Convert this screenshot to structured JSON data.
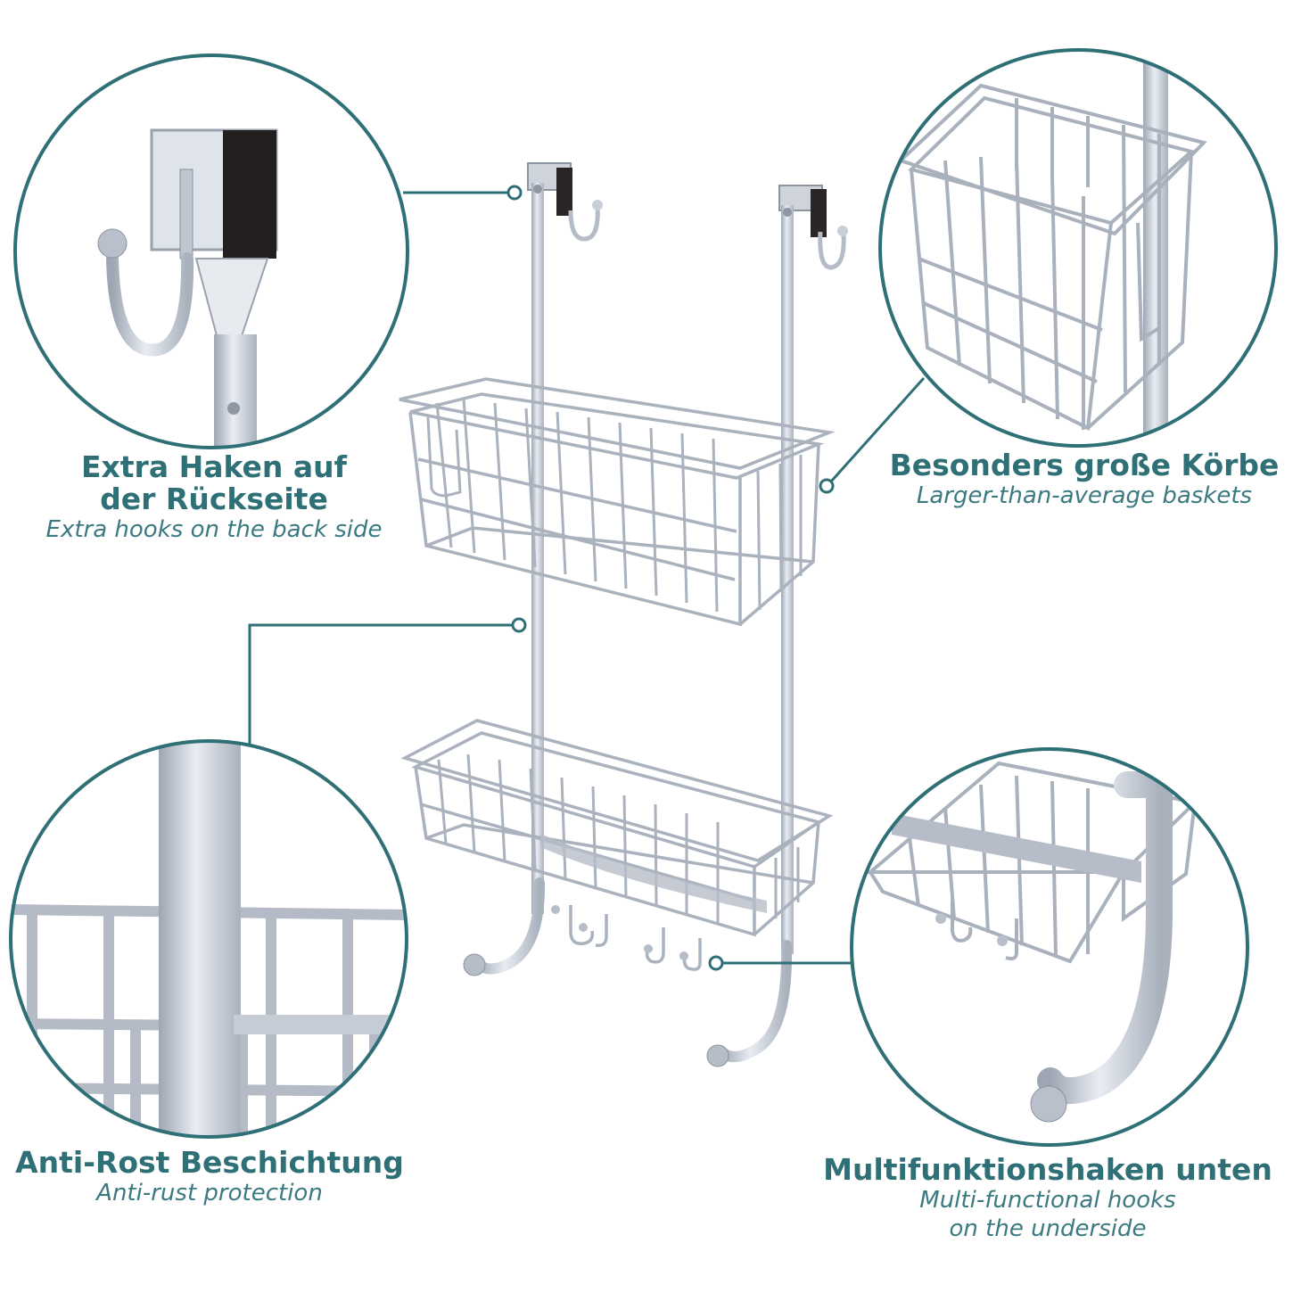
{
  "accent_color": "#2f6f76",
  "features": [
    {
      "title_lines": [
        "Extra Haken auf",
        "der Rückseite"
      ],
      "subtitle_lines": [
        "Extra hooks on the back side"
      ],
      "detail_image": "back-hook-closeup"
    },
    {
      "title_lines": [
        "Besonders große Körbe"
      ],
      "subtitle_lines": [
        "Larger-than-average baskets"
      ],
      "detail_image": "basket-closeup"
    },
    {
      "title_lines": [
        "Anti-Rost Beschichtung"
      ],
      "subtitle_lines": [
        "Anti-rust protection"
      ],
      "detail_image": "rod-grid-closeup"
    },
    {
      "title_lines": [
        "Multifunktionshaken unten"
      ],
      "subtitle_lines": [
        "Multi-functional hooks",
        "on the underside"
      ],
      "detail_image": "underside-hook-closeup"
    }
  ],
  "product_image": "over-door-shower-caddy-two-baskets"
}
